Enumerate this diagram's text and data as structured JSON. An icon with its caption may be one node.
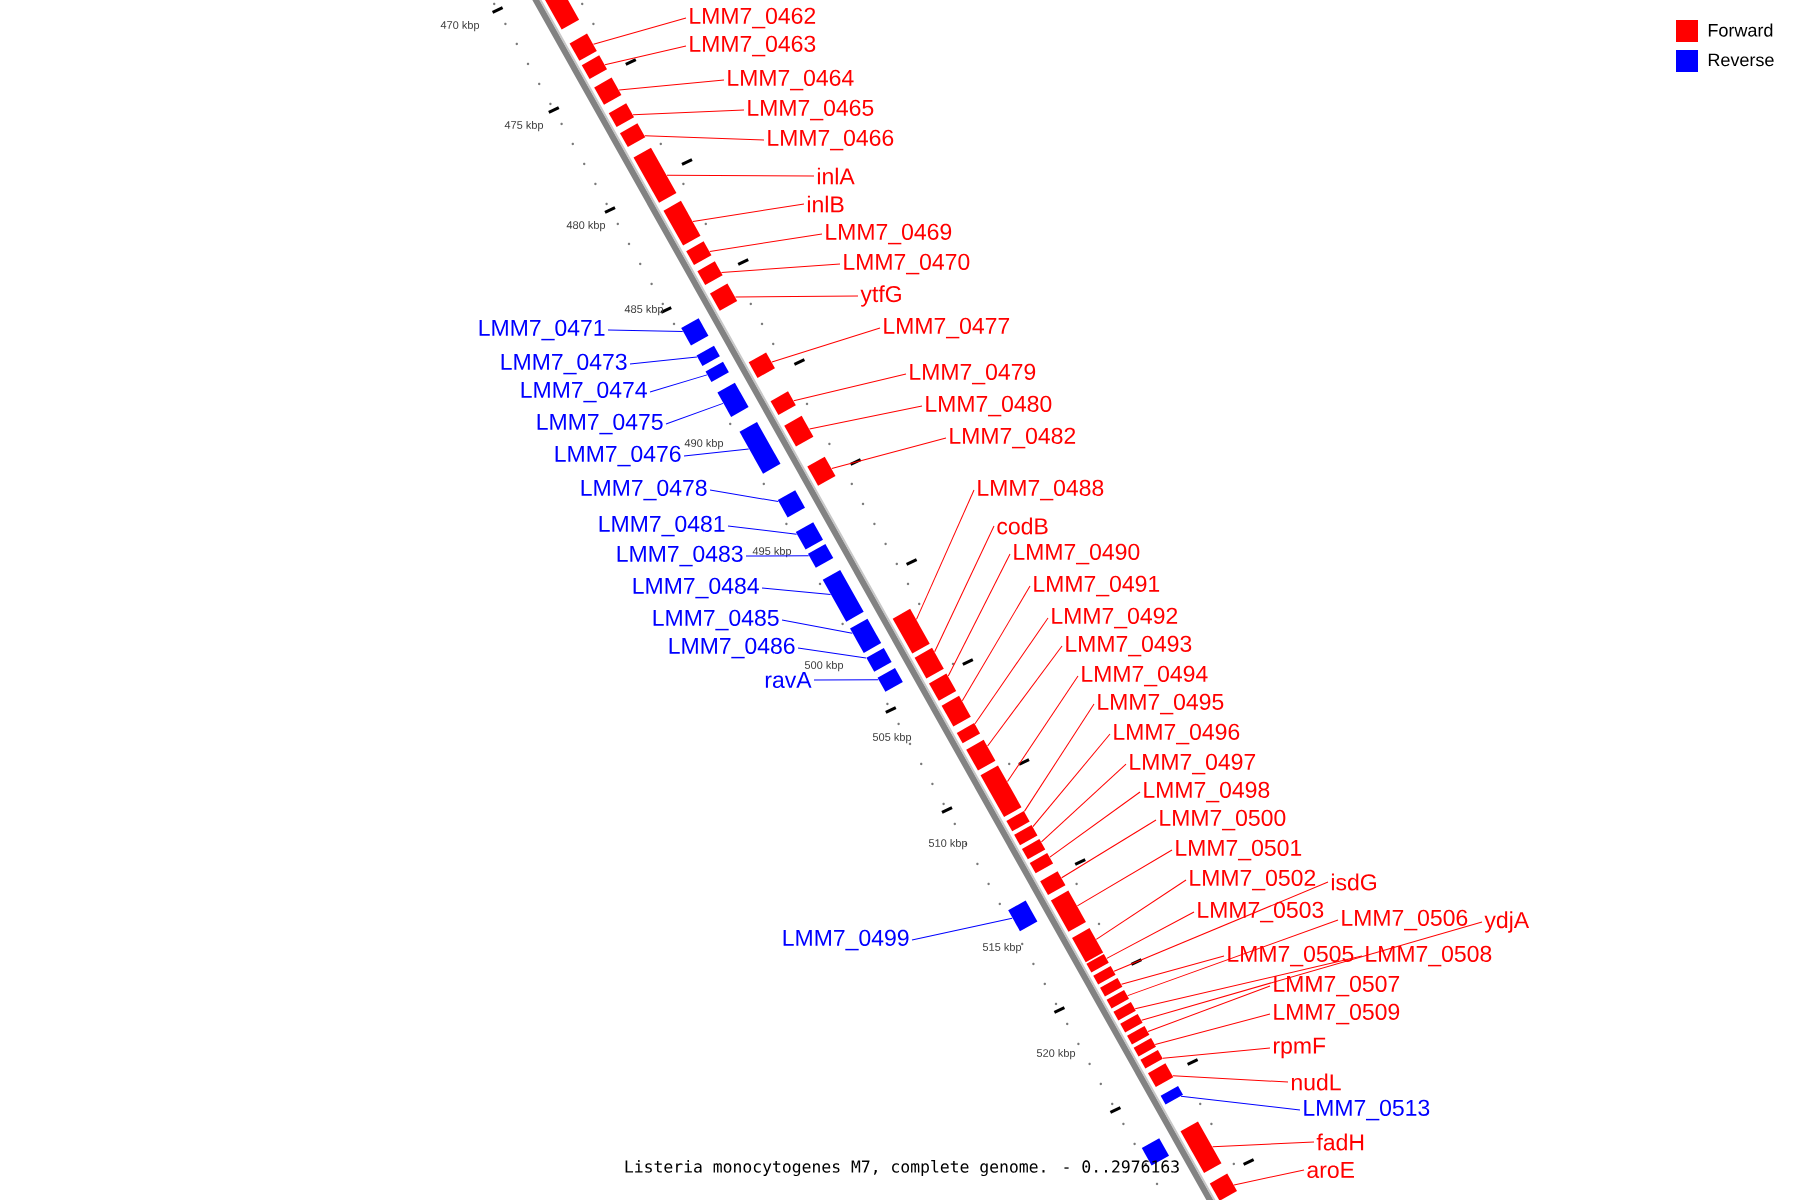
{
  "diagram": {
    "caption": "Listeria monocytogenes M7, complete genome. - 0..2976163",
    "nodes": [
      {
        "text": [
          "LMM7_0462"
        ]
      },
      {
        "text": [
          "LMM7_0463"
        ]
      },
      {
        "text": [
          "LMM7_0464"
        ]
      },
      {
        "text": [
          "LMM7_0465"
        ]
      },
      {
        "text": [
          "LMM7_0466"
        ]
      },
      {
        "text": [
          "inlA"
        ]
      },
      {
        "text": [
          "inlB"
        ]
      },
      {
        "text": [
          "LMM7_0469"
        ]
      },
      {
        "text": [
          "LMM7_0470"
        ]
      },
      {
        "text": [
          "ytfG"
        ]
      },
      {
        "text": [
          "LMM7_0477"
        ]
      },
      {
        "text": [
          "LMM7_0471"
        ]
      },
      {
        "text": [
          "LMM7_0473"
        ]
      },
      {
        "text": [
          "LMM7_0479"
        ]
      },
      {
        "text": [
          "LMM7_0474"
        ]
      },
      {
        "text": [
          "LMM7_0480"
        ]
      },
      {
        "text": [
          "LMM7_0475"
        ]
      },
      {
        "text": [
          "LMM7_0482"
        ]
      },
      {
        "text": [
          "LMM7_0476"
        ]
      },
      {
        "text": [
          "LMM7_0478"
        ]
      },
      {
        "text": [
          "LMM7_0488"
        ]
      },
      {
        "text": [
          "codB"
        ]
      },
      {
        "text": [
          "LMM7_0481"
        ]
      },
      {
        "text": [
          "LMM7_0490"
        ]
      },
      {
        "text": [
          "LMM7_0483"
        ]
      },
      {
        "text": [
          "LMM7_0491"
        ]
      },
      {
        "text": [
          "LMM7_0484"
        ]
      },
      {
        "text": [
          "LMM7_0492"
        ]
      },
      {
        "text": [
          "LMM7_0485"
        ]
      },
      {
        "text": [
          "LMM7_0493"
        ]
      },
      {
        "text": [
          "LMM7_0486"
        ]
      },
      {
        "text": [
          "LMM7_0494"
        ]
      },
      {
        "text": [
          "ravA"
        ]
      },
      {
        "text": [
          "LMM7_0495"
        ]
      },
      {
        "text": [
          "LMM7_0496"
        ]
      },
      {
        "text": [
          "LMM7_0497"
        ]
      },
      {
        "text": [
          "LMM7_0498"
        ]
      },
      {
        "text": [
          "LMM7_0500"
        ]
      },
      {
        "text": [
          "LMM7_0501"
        ]
      },
      {
        "text": [
          "LMM7_0502"
        ]
      },
      {
        "text": [
          "isdG"
        ]
      },
      {
        "text": [
          "LMM7_0503"
        ]
      },
      {
        "text": [
          "LMM7_0506"
        ]
      },
      {
        "text": [
          "ydjA"
        ]
      },
      {
        "text": [
          "LMM7_0499"
        ]
      },
      {
        "text": [
          "LMM7_0505"
        ]
      },
      {
        "text": [
          "LMM7_0508"
        ]
      },
      {
        "text": [
          "LMM7_0507"
        ]
      },
      {
        "text": [
          "LMM7_0509"
        ]
      },
      {
        "text": [
          "rpmF"
        ]
      },
      {
        "text": [
          "nudL"
        ]
      },
      {
        "text": [
          "LMM7_0513"
        ]
      },
      {
        "text": [
          "fadH"
        ]
      },
      {
        "text": [
          "aroE"
        ]
      },
      {
        "text": [],
        "shape": "bar"
      },
      {
        "text": [],
        "shape": "bar"
      },
      {
        "text": [],
        "shape": "bar"
      },
      {
        "text": [],
        "shape": "bar"
      },
      {
        "text": [],
        "shape": "bar"
      },
      {
        "text": [],
        "shape": "bar"
      },
      {
        "text": [],
        "shape": "bar"
      },
      {
        "text": [],
        "shape": "bar"
      },
      {
        "text": [],
        "shape": "bar"
      },
      {
        "text": [],
        "shape": "bar"
      },
      {
        "text": [],
        "shape": "bar"
      },
      {
        "text": [],
        "shape": "bar"
      },
      {
        "text": [],
        "shape": "bar"
      },
      {
        "text": [],
        "shape": "bar"
      },
      {
        "text": [],
        "shape": "bar"
      },
      {
        "text": [],
        "shape": "bar"
      },
      {
        "text": [],
        "shape": "bar"
      },
      {
        "text": [],
        "shape": "bar"
      },
      {
        "text": [],
        "shape": "bar"
      },
      {
        "text": [],
        "shape": "bar"
      },
      {
        "text": [],
        "shape": "bar"
      },
      {
        "text": [],
        "shape": "bar"
      },
      {
        "text": [],
        "shape": "bar"
      },
      {
        "text": [],
        "shape": "bar"
      },
      {
        "text": [],
        "shape": "bar"
      },
      {
        "text": [],
        "shape": "bar"
      },
      {
        "text": [],
        "shape": "bar"
      },
      {
        "text": [],
        "shape": "bar"
      },
      {
        "text": [],
        "shape": "bar"
      },
      {
        "text": [],
        "shape": "bar"
      },
      {
        "text": [],
        "shape": "bar"
      },
      {
        "text": [],
        "shape": "bar"
      },
      {
        "text": [],
        "shape": "bar"
      },
      {
        "text": [],
        "shape": "bar"
      },
      {
        "text": [],
        "shape": "bar"
      },
      {
        "text": [],
        "shape": "bar"
      },
      {
        "text": [],
        "shape": "bar"
      },
      {
        "text": [],
        "shape": "bar"
      },
      {
        "text": [],
        "shape": "bar"
      },
      {
        "text": [],
        "shape": "bar"
      },
      {
        "text": [],
        "shape": "bar"
      },
      {
        "text": [],
        "shape": "bar"
      },
      {
        "text": [],
        "shape": "bar"
      },
      {
        "text": [],
        "shape": "bar"
      },
      {
        "text": [],
        "shape": "bar"
      },
      {
        "text": [],
        "shape": "bar"
      },
      {
        "text": [],
        "shape": "bar"
      },
      {
        "text": [],
        "shape": "bar"
      },
      {
        "text": [],
        "shape": "bar"
      },
      {
        "text": [],
        "shape": "bar"
      },
      {
        "text": [],
        "shape": "bar"
      },
      {
        "text": [],
        "shape": "bar"
      },
      {
        "text": [],
        "shape": "bar"
      },
      {
        "text": [],
        "shape": "bar"
      },
      {
        "text": [],
        "shape": "bar"
      },
      {
        "text": [],
        "shape": "bar"
      }
    ],
    "edges": [
      {
        "from": 0,
        "to": 54,
        "arrow": "none"
      },
      {
        "from": 1,
        "to": 55,
        "arrow": "none"
      },
      {
        "from": 2,
        "to": 56,
        "arrow": "none"
      },
      {
        "from": 3,
        "to": 57,
        "arrow": "none"
      },
      {
        "from": 4,
        "to": 58,
        "arrow": "none"
      },
      {
        "from": 5,
        "to": 59,
        "arrow": "none"
      },
      {
        "from": 6,
        "to": 60,
        "arrow": "none"
      },
      {
        "from": 7,
        "to": 61,
        "arrow": "none"
      },
      {
        "from": 8,
        "to": 62,
        "arrow": "none"
      },
      {
        "from": 9,
        "to": 63,
        "arrow": "none"
      },
      {
        "from": 10,
        "to": 64,
        "arrow": "none"
      },
      {
        "from": 11,
        "to": 65,
        "arrow": "none",
        "color": "#0000ff"
      },
      {
        "from": 12,
        "to": 66,
        "arrow": "none",
        "color": "#0000ff"
      },
      {
        "from": 13,
        "to": 67,
        "arrow": "none"
      },
      {
        "from": 14,
        "to": 68,
        "arrow": "none",
        "color": "#0000ff"
      },
      {
        "from": 15,
        "to": 69,
        "arrow": "none"
      },
      {
        "from": 16,
        "to": 70,
        "arrow": "none",
        "color": "#0000ff"
      },
      {
        "from": 17,
        "to": 71,
        "arrow": "none"
      },
      {
        "from": 18,
        "to": 72,
        "arrow": "none",
        "color": "#0000ff"
      },
      {
        "from": 19,
        "to": 73,
        "arrow": "none",
        "color": "#0000ff"
      },
      {
        "from": 20,
        "to": 74,
        "arrow": "none"
      },
      {
        "from": 21,
        "to": 75,
        "arrow": "none"
      },
      {
        "from": 22,
        "to": 76,
        "arrow": "none",
        "color": "#0000ff"
      },
      {
        "from": 23,
        "to": 77,
        "arrow": "none"
      },
      {
        "from": 24,
        "to": 78,
        "arrow": "none",
        "color": "#0000ff"
      },
      {
        "from": 25,
        "to": 79,
        "arrow": "none"
      },
      {
        "from": 26,
        "to": 80,
        "arrow": "none",
        "color": "#0000ff"
      },
      {
        "from": 27,
        "to": 81,
        "arrow": "none"
      },
      {
        "from": 28,
        "to": 82,
        "arrow": "none",
        "color": "#0000ff"
      },
      {
        "from": 29,
        "to": 83,
        "arrow": "none"
      },
      {
        "from": 30,
        "to": 84,
        "arrow": "none",
        "color": "#0000ff"
      },
      {
        "from": 31,
        "to": 85,
        "arrow": "none"
      },
      {
        "from": 32,
        "to": 86,
        "arrow": "none",
        "color": "#0000ff"
      },
      {
        "from": 33,
        "to": 87,
        "arrow": "none"
      },
      {
        "from": 34,
        "to": 88,
        "arrow": "none"
      },
      {
        "from": 35,
        "to": 89,
        "arrow": "none"
      },
      {
        "from": 36,
        "to": 90,
        "arrow": "none"
      },
      {
        "from": 37,
        "to": 91,
        "arrow": "none"
      },
      {
        "from": 38,
        "to": 92,
        "arrow": "none"
      },
      {
        "from": 39,
        "to": 93,
        "arrow": "none"
      },
      {
        "from": 40,
        "to": 94,
        "arrow": "none"
      },
      {
        "from": 41,
        "to": 95,
        "arrow": "none"
      },
      {
        "from": 42,
        "to": 96,
        "arrow": "none"
      },
      {
        "from": 43,
        "to": 97,
        "arrow": "none"
      },
      {
        "from": 44,
        "to": 98,
        "arrow": "none",
        "color": "#0000ff"
      },
      {
        "from": 45,
        "to": 99,
        "arrow": "none"
      },
      {
        "from": 46,
        "to": 100,
        "arrow": "none"
      },
      {
        "from": 47,
        "to": 101,
        "arrow": "none"
      },
      {
        "from": 48,
        "to": 102,
        "arrow": "none"
      },
      {
        "from": 49,
        "to": 103,
        "arrow": "none"
      },
      {
        "from": 50,
        "to": 104,
        "arrow": "none"
      },
      {
        "from": 51,
        "to": 105,
        "arrow": "none",
        "color": "#0000ff"
      },
      {
        "from": 52,
        "to": 106,
        "arrow": "none"
      },
      {
        "from": 53,
        "to": 107,
        "arrow": "none"
      }
    ],
    "labels": [
      "470 kbp",
      "475 kbp",
      "480 kbp",
      "485 kbp",
      "490 kbp",
      "495 kbp",
      "500 kbp",
      "505 kbp",
      "510 kbp",
      "515 kbp",
      "520 kbp"
    ],
    "legend": [
      {
        "text": "Forward",
        "color": "#ff0000"
      },
      {
        "text": "Reverse",
        "color": "#0000ff"
      }
    ]
  }
}
